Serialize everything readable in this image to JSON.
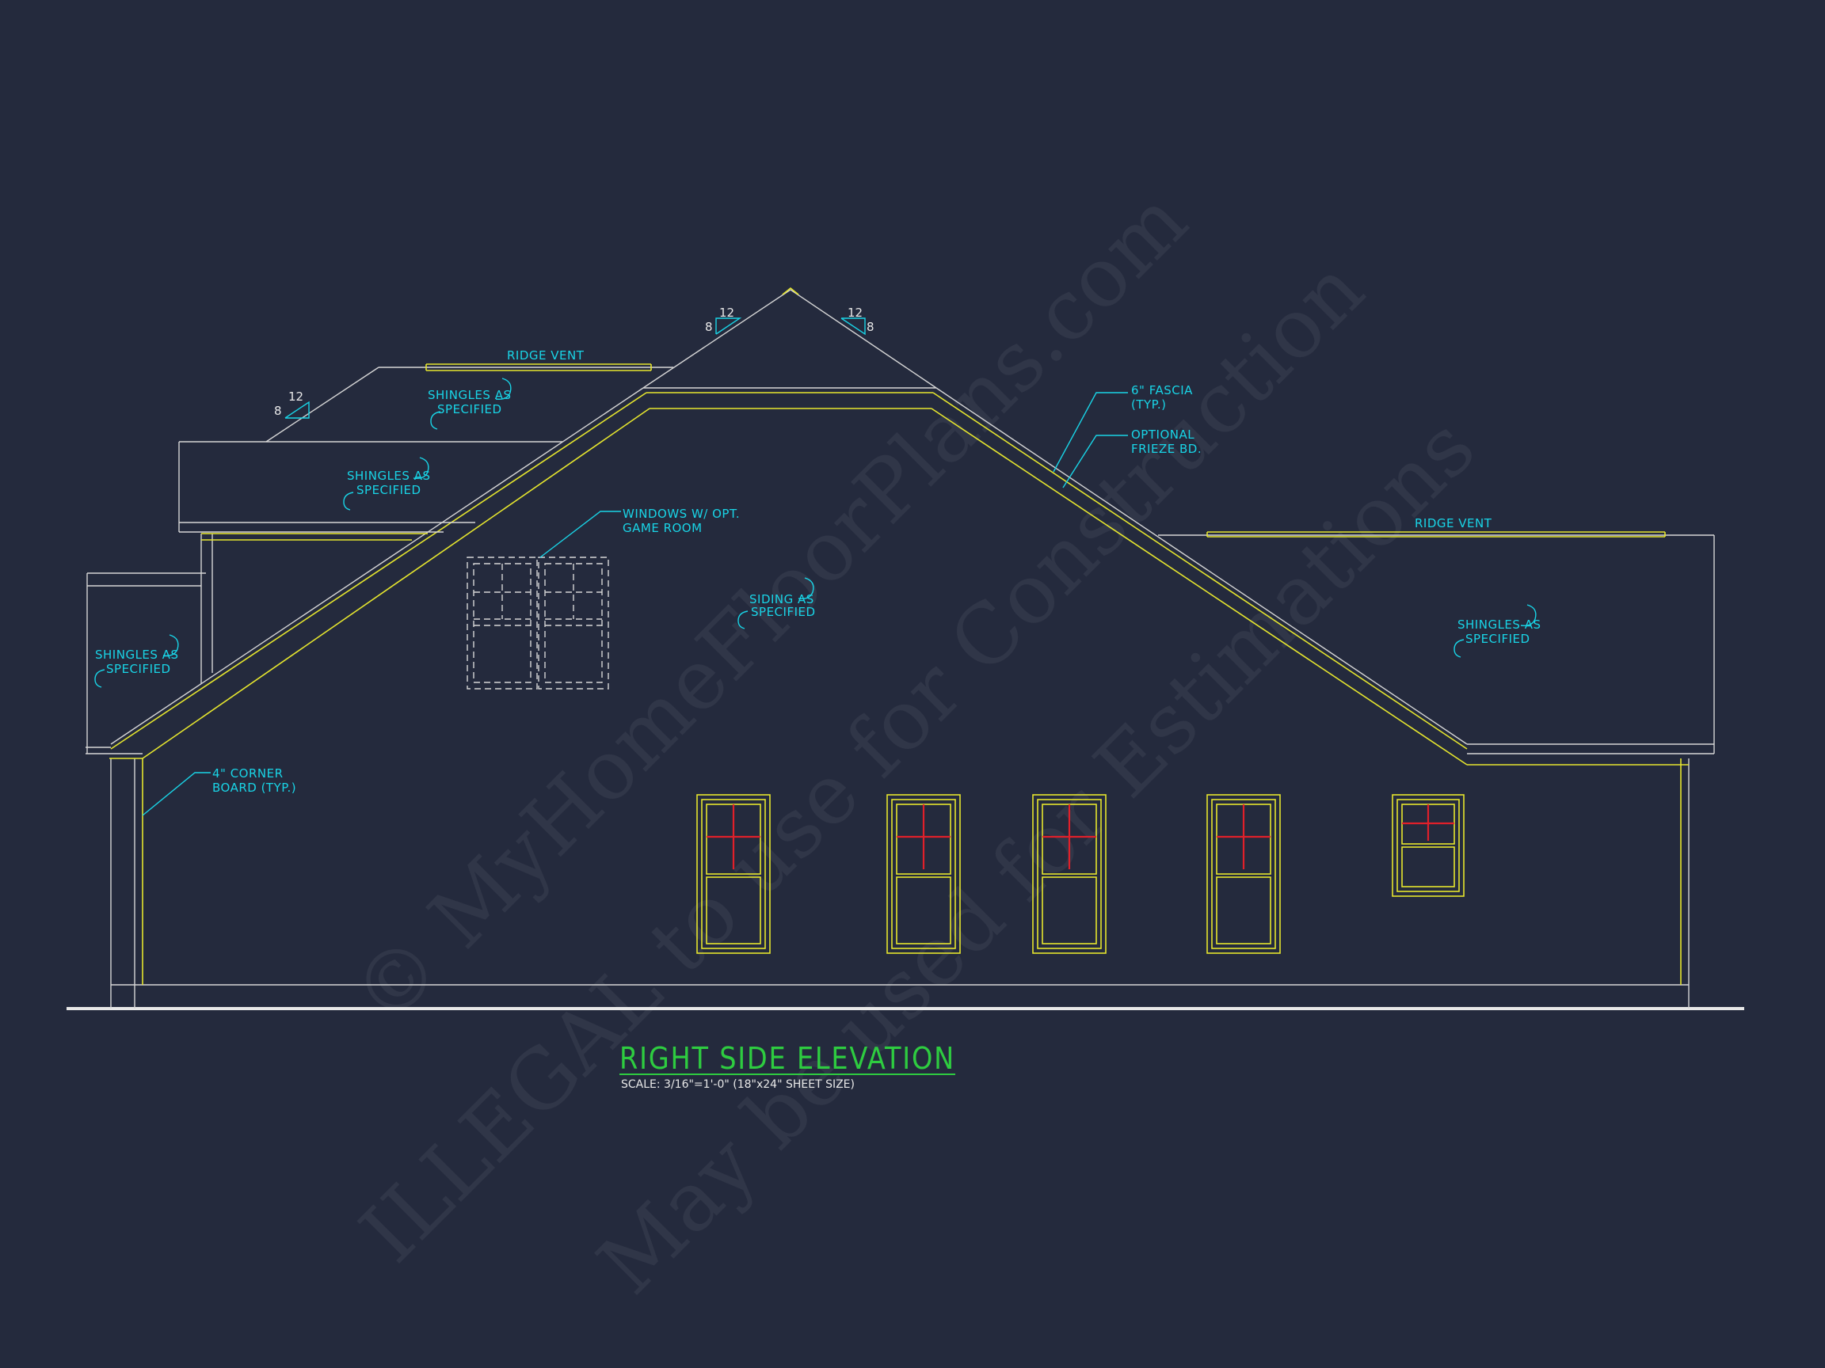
{
  "drawing": {
    "title": "RIGHT SIDE ELEVATION",
    "scale_text": "SCALE: 3/16\"=1'-0\" (18\"x24\" SHEET SIZE)"
  },
  "notes": {
    "ridge_vent_left": "RIDGE VENT",
    "ridge_vent_right": "RIDGE VENT",
    "shingles_upper_l1": "SHINGLES AS",
    "shingles_upper_l2": "SPECIFIED",
    "shingles_mid_l1": "SHINGLES AS",
    "shingles_mid_l2": "SPECIFIED",
    "shingles_left_l1": "SHINGLES AS",
    "shingles_left_l2": "SPECIFIED",
    "shingles_right_l1": "SHINGLES AS",
    "shingles_right_l2": "SPECIFIED",
    "fascia_l1": "6\" FASCIA",
    "fascia_l2": "(TYP.)",
    "frieze_l1": "OPTIONAL",
    "frieze_l2": "FRIEZE BD.",
    "windows_l1": "WINDOWS W/ OPT.",
    "windows_l2": "GAME ROOM",
    "siding_l1": "SIDING AS",
    "siding_l2": "SPECIFIED",
    "corner_l1": "4\" CORNER",
    "corner_l2": "BOARD (TYP.)"
  },
  "pitch_marks": [
    {
      "rise": "8",
      "run": "12"
    },
    {
      "rise": "8",
      "run": "12"
    },
    {
      "rise": "8",
      "run": "12"
    }
  ],
  "watermark": {
    "line1": "© MyHomeFloorPlans.com",
    "line2": "ILLEGAL to use for Construction",
    "line3": "May be used for Estimations"
  },
  "colors": {
    "background": "#242a3d",
    "outline": "#d6d6d6",
    "trim": "#e6e62e",
    "annotation": "#19d4e6",
    "muntin": "#e0202a",
    "title": "#2ecc40"
  }
}
